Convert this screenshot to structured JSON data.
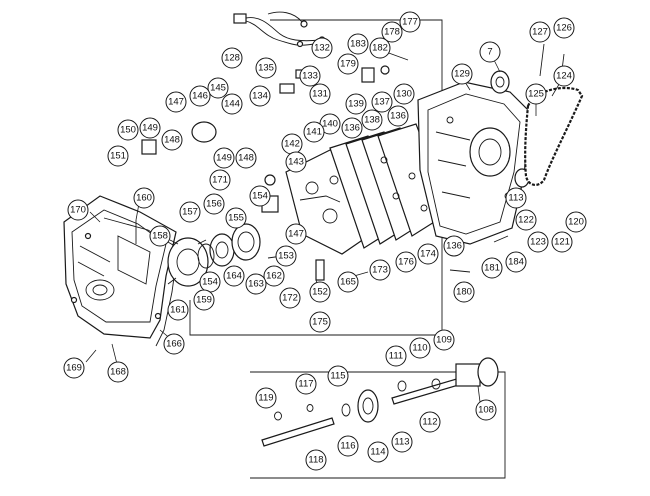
{
  "callouts": {
    "c7": "7",
    "c108": "108",
    "c109": "109",
    "c110": "110",
    "c111": "111",
    "c112": "112",
    "c113a": "113",
    "c113b": "113",
    "c114": "114",
    "c115": "115",
    "c116": "116",
    "c117": "117",
    "c118": "118",
    "c119": "119",
    "c120": "120",
    "c121": "121",
    "c122": "122",
    "c123": "123",
    "c124": "124",
    "c125": "125",
    "c126": "126",
    "c127": "127",
    "c128": "128",
    "c129": "129",
    "c130": "130",
    "c131": "131",
    "c132": "132",
    "c133": "133",
    "c134": "134",
    "c135": "135",
    "c136a": "136",
    "c136b": "136",
    "c136c": "136",
    "c137": "137",
    "c138": "138",
    "c139": "139",
    "c140": "140",
    "c141": "141",
    "c142": "142",
    "c143": "143",
    "c144": "144",
    "c145": "145",
    "c146": "146",
    "c147a": "147",
    "c147b": "147",
    "c148a": "148",
    "c148b": "148",
    "c149a": "149",
    "c149b": "149",
    "c150": "150",
    "c151": "151",
    "c152": "152",
    "c153": "153",
    "c154a": "154",
    "c154b": "154",
    "c155": "155",
    "c156": "156",
    "c157": "157",
    "c158": "158",
    "c159": "159",
    "c160": "160",
    "c161": "161",
    "c162": "162",
    "c163": "163",
    "c164": "164",
    "c165": "165",
    "c166": "166",
    "c168": "168",
    "c169": "169",
    "c170": "170",
    "c171": "171",
    "c172": "172",
    "c173": "173",
    "c174": "174",
    "c175": "175",
    "c176": "176",
    "c177": "177",
    "c178": "178",
    "c179": "179",
    "c180": "180",
    "c181": "181",
    "c182": "182",
    "c183": "183",
    "c184": "184"
  }
}
